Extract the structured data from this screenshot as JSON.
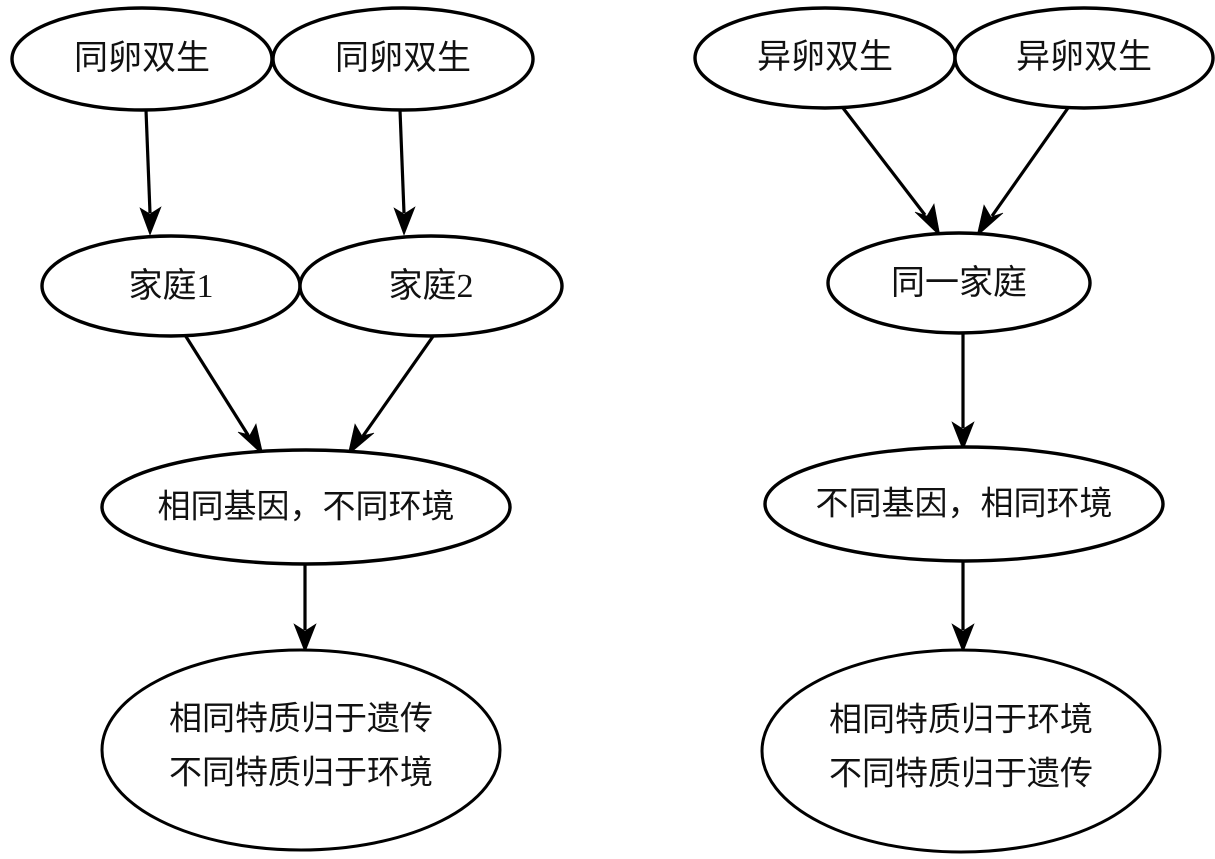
{
  "diagram": {
    "type": "flowchart",
    "title": "",
    "background_color": "#ffffff",
    "stroke_color": "#000000",
    "text_color": "#111111",
    "panels": [
      {
        "id": "left-panel",
        "name": "identical-twin-study",
        "nodes": [
          {
            "id": "L-top-1",
            "name": "identical-twin-a",
            "label": "同卵双生",
            "lines": [
              "同卵双生"
            ]
          },
          {
            "id": "L-top-2",
            "name": "identical-twin-b",
            "label": "同卵双生",
            "lines": [
              "同卵双生"
            ]
          },
          {
            "id": "L-mid-1",
            "name": "family-1",
            "label": "家庭1",
            "lines": [
              "家庭1"
            ]
          },
          {
            "id": "L-mid-2",
            "name": "family-2",
            "label": "家庭2",
            "lines": [
              "家庭2"
            ]
          },
          {
            "id": "L-cond",
            "name": "same-genes-different-environment",
            "label": "相同基因，不同环境",
            "lines": [
              "相同基因，不同环境"
            ]
          },
          {
            "id": "L-concl",
            "name": "conclusion-genetics",
            "label": "相同特质归于遗传 不同特质归于环境",
            "lines": [
              "相同特质归于遗传",
              "不同特质归于环境"
            ]
          }
        ],
        "edges": [
          {
            "from": "L-top-1",
            "to": "L-mid-1",
            "arrow": "down"
          },
          {
            "from": "L-top-2",
            "to": "L-mid-2",
            "arrow": "down"
          },
          {
            "from": "L-mid-1",
            "to": "L-cond",
            "arrow": "down-right"
          },
          {
            "from": "L-mid-2",
            "to": "L-cond",
            "arrow": "down-left"
          },
          {
            "from": "L-cond",
            "to": "L-concl",
            "arrow": "down"
          }
        ]
      },
      {
        "id": "right-panel",
        "name": "fraternal-twin-study",
        "nodes": [
          {
            "id": "R-top-1",
            "name": "fraternal-twin-a",
            "label": "异卵双生",
            "lines": [
              "异卵双生"
            ]
          },
          {
            "id": "R-top-2",
            "name": "fraternal-twin-b",
            "label": "异卵双生",
            "lines": [
              "异卵双生"
            ]
          },
          {
            "id": "R-mid",
            "name": "same-family",
            "label": "同一家庭",
            "lines": [
              "同一家庭"
            ]
          },
          {
            "id": "R-cond",
            "name": "different-genes-same-environment",
            "label": "不同基因，相同环境",
            "lines": [
              "不同基因，相同环境"
            ]
          },
          {
            "id": "R-concl",
            "name": "conclusion-environment",
            "label": "相同特质归于环境 不同特质归于遗传",
            "lines": [
              "相同特质归于环境",
              "不同特质归于遗传"
            ]
          }
        ],
        "edges": [
          {
            "from": "R-top-1",
            "to": "R-mid",
            "arrow": "down-right"
          },
          {
            "from": "R-top-2",
            "to": "R-mid",
            "arrow": "down-left"
          },
          {
            "from": "R-mid",
            "to": "R-cond",
            "arrow": "down"
          },
          {
            "from": "R-cond",
            "to": "R-concl",
            "arrow": "down"
          }
        ]
      }
    ]
  },
  "labels": {
    "l_top_1": "同卵双生",
    "l_top_2": "同卵双生",
    "l_family_1": "家庭1",
    "l_family_2": "家庭2",
    "l_condition": "相同基因，不同环境",
    "l_conclusion_line1": "相同特质归于遗传",
    "l_conclusion_line2": "不同特质归于环境",
    "r_top_1": "异卵双生",
    "r_top_2": "异卵双生",
    "r_family": "同一家庭",
    "r_condition": "不同基因，相同环境",
    "r_conclusion_line1": "相同特质归于环境",
    "r_conclusion_line2": "不同特质归于遗传"
  }
}
